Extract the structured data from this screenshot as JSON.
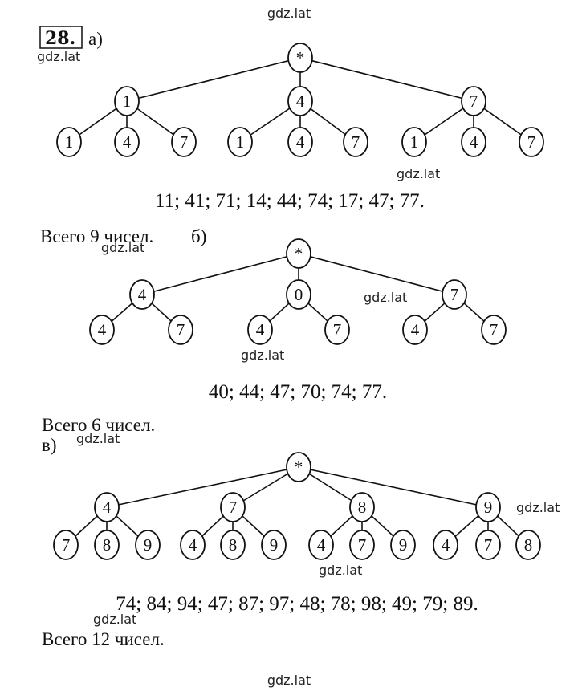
{
  "problem": {
    "number": "28.",
    "part_a_label": "а)",
    "part_b_label": "б)",
    "part_c_label": "в)"
  },
  "watermark": "gdz.lat",
  "trees": {
    "a": {
      "root": "*",
      "children": [
        {
          "label": "1",
          "leaves": [
            "1",
            "4",
            "7"
          ]
        },
        {
          "label": "4",
          "leaves": [
            "1",
            "4",
            "7"
          ]
        },
        {
          "label": "7",
          "leaves": [
            "1",
            "4",
            "7"
          ]
        }
      ]
    },
    "b": {
      "root": "*",
      "children": [
        {
          "label": "4",
          "leaves": [
            "4",
            "7"
          ]
        },
        {
          "label": "0",
          "leaves": [
            "4",
            "7"
          ]
        },
        {
          "label": "7",
          "leaves": [
            "4",
            "7"
          ]
        }
      ]
    },
    "c": {
      "root": "*",
      "children": [
        {
          "label": "4",
          "leaves": [
            "7",
            "8",
            "9"
          ]
        },
        {
          "label": "7",
          "leaves": [
            "4",
            "8",
            "9"
          ]
        },
        {
          "label": "8",
          "leaves": [
            "4",
            "7",
            "9"
          ]
        },
        {
          "label": "9",
          "leaves": [
            "4",
            "7",
            "8"
          ]
        }
      ]
    }
  },
  "results": {
    "a": "11; 41; 71; 14; 44; 74; 17; 47; 77.",
    "a_total": "Всего 9 чисел.",
    "b": "40; 44; 47; 70; 74; 77.",
    "b_total": "Всего 6 чисел.",
    "c": "74; 84; 94; 47; 87; 97; 48; 78; 98; 49; 79; 89.",
    "c_total": "Всего 12 чисел."
  }
}
